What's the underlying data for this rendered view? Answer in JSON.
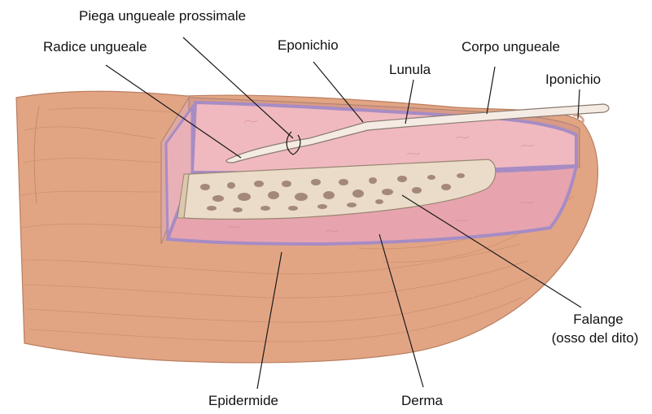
{
  "labels": {
    "piega_prossimale": "Piega ungueale prossimale",
    "radice": "Radice ungueale",
    "eponichio": "Eponichio",
    "corpo": "Corpo ungueale",
    "lunula": "Lunula",
    "iponichio": "Iponichio",
    "falange_1": "Falange",
    "falange_2": "(osso del dito)",
    "epidermide": "Epidermide",
    "derma": "Derma"
  },
  "colors": {
    "skin": "#e2a584",
    "skin_shadow": "#c98c6c",
    "skin_line": "#b97e60",
    "dermis": "#f0b9c0",
    "dermis_wall": "#e7a4ae",
    "epidermis_purple": "#a78cc4",
    "bone": "#eadcc8",
    "bone_hole": "#a4897b",
    "nail": "#f4ece4",
    "leader": "#1a1a1a"
  }
}
